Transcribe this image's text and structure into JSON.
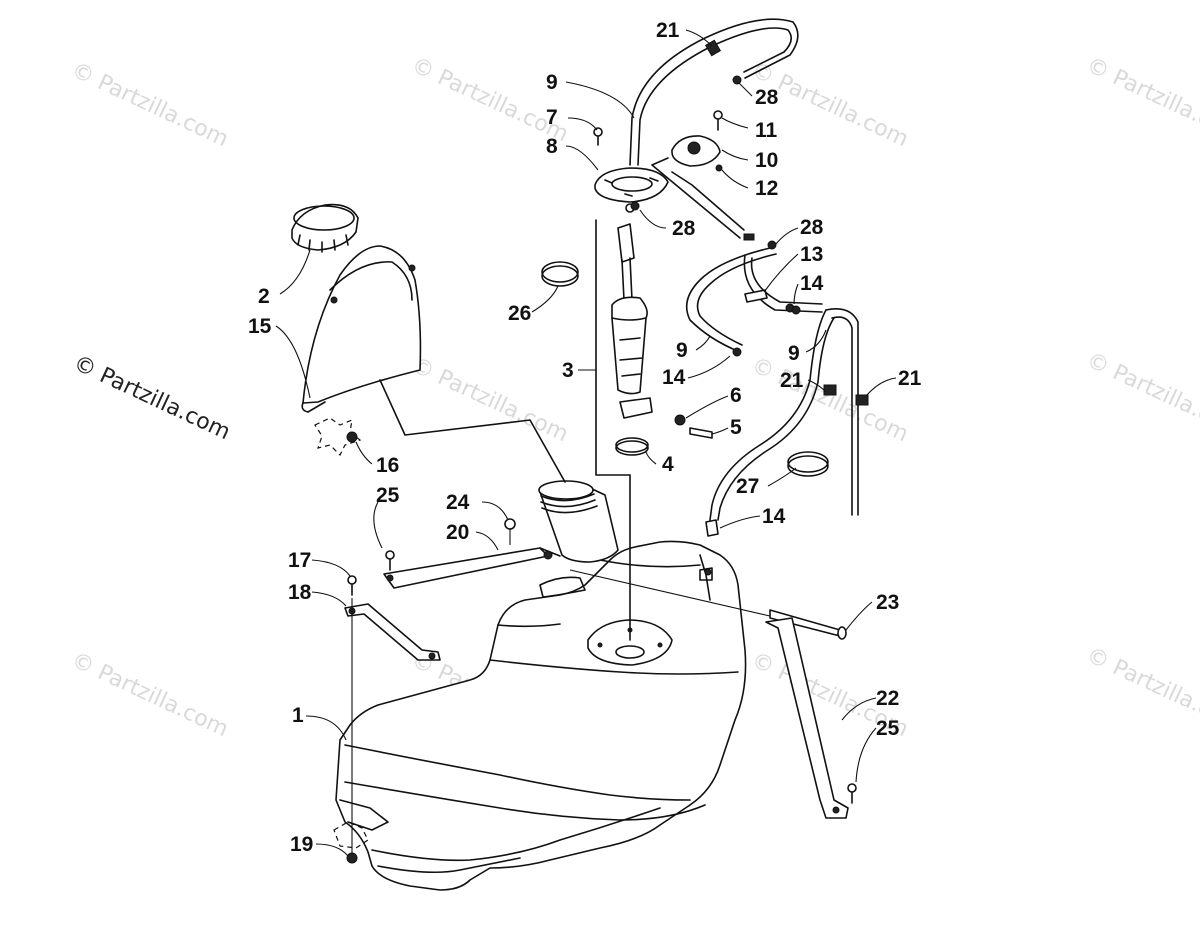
{
  "watermark": {
    "main_text": "© Partzilla.com",
    "faint_text": "© Partzilla.com"
  },
  "callouts": [
    {
      "id": "c21a",
      "text": "21"
    },
    {
      "id": "c9a",
      "text": "9"
    },
    {
      "id": "c28a",
      "text": "28"
    },
    {
      "id": "c7",
      "text": "7"
    },
    {
      "id": "c11",
      "text": "11"
    },
    {
      "id": "c8",
      "text": "8"
    },
    {
      "id": "c10",
      "text": "10"
    },
    {
      "id": "c12",
      "text": "12"
    },
    {
      "id": "c28b",
      "text": "28"
    },
    {
      "id": "c28c",
      "text": "28"
    },
    {
      "id": "c13",
      "text": "13"
    },
    {
      "id": "c2",
      "text": "2"
    },
    {
      "id": "c14a",
      "text": "14"
    },
    {
      "id": "c15",
      "text": "15"
    },
    {
      "id": "c26",
      "text": "26"
    },
    {
      "id": "c9b",
      "text": "9"
    },
    {
      "id": "c9c",
      "text": "9"
    },
    {
      "id": "c3",
      "text": "3"
    },
    {
      "id": "c14b",
      "text": "14"
    },
    {
      "id": "c21b",
      "text": "21"
    },
    {
      "id": "c21c",
      "text": "21"
    },
    {
      "id": "c6",
      "text": "6"
    },
    {
      "id": "c5",
      "text": "5"
    },
    {
      "id": "c16",
      "text": "16"
    },
    {
      "id": "c4",
      "text": "4"
    },
    {
      "id": "c25a",
      "text": "25"
    },
    {
      "id": "c27",
      "text": "27"
    },
    {
      "id": "c24",
      "text": "24"
    },
    {
      "id": "c14c",
      "text": "14"
    },
    {
      "id": "c20",
      "text": "20"
    },
    {
      "id": "c17",
      "text": "17"
    },
    {
      "id": "c18",
      "text": "18"
    },
    {
      "id": "c23",
      "text": "23"
    },
    {
      "id": "c22",
      "text": "22"
    },
    {
      "id": "c1",
      "text": "1"
    },
    {
      "id": "c25b",
      "text": "25"
    },
    {
      "id": "c19",
      "text": "19"
    }
  ]
}
